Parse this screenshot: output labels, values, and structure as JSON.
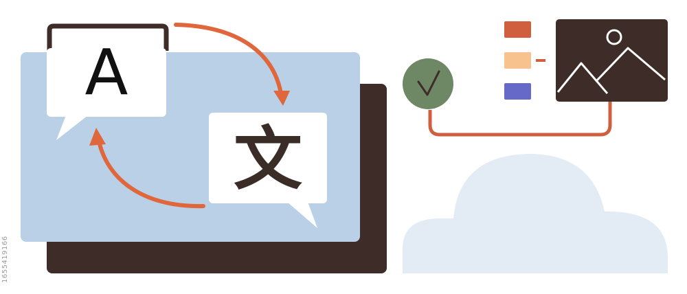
{
  "illustration": {
    "source_glyph": "A",
    "target_glyph": "文",
    "stock_id": "1655419166"
  },
  "colors": {
    "panel_blue": "#b9d0e6",
    "panel_dark": "#3e2c28",
    "arrow_orange": "#e0663c",
    "check_green": "#6e8764",
    "swatch_red": "#d05f3f",
    "swatch_peach": "#f7c28e",
    "swatch_purple": "#6769c9",
    "cloud": "#e3ecf5",
    "connector": "#d05f3f"
  },
  "icons": [
    "check-icon",
    "image-icon",
    "mountain-icon",
    "sun-icon",
    "cloud-shape"
  ]
}
